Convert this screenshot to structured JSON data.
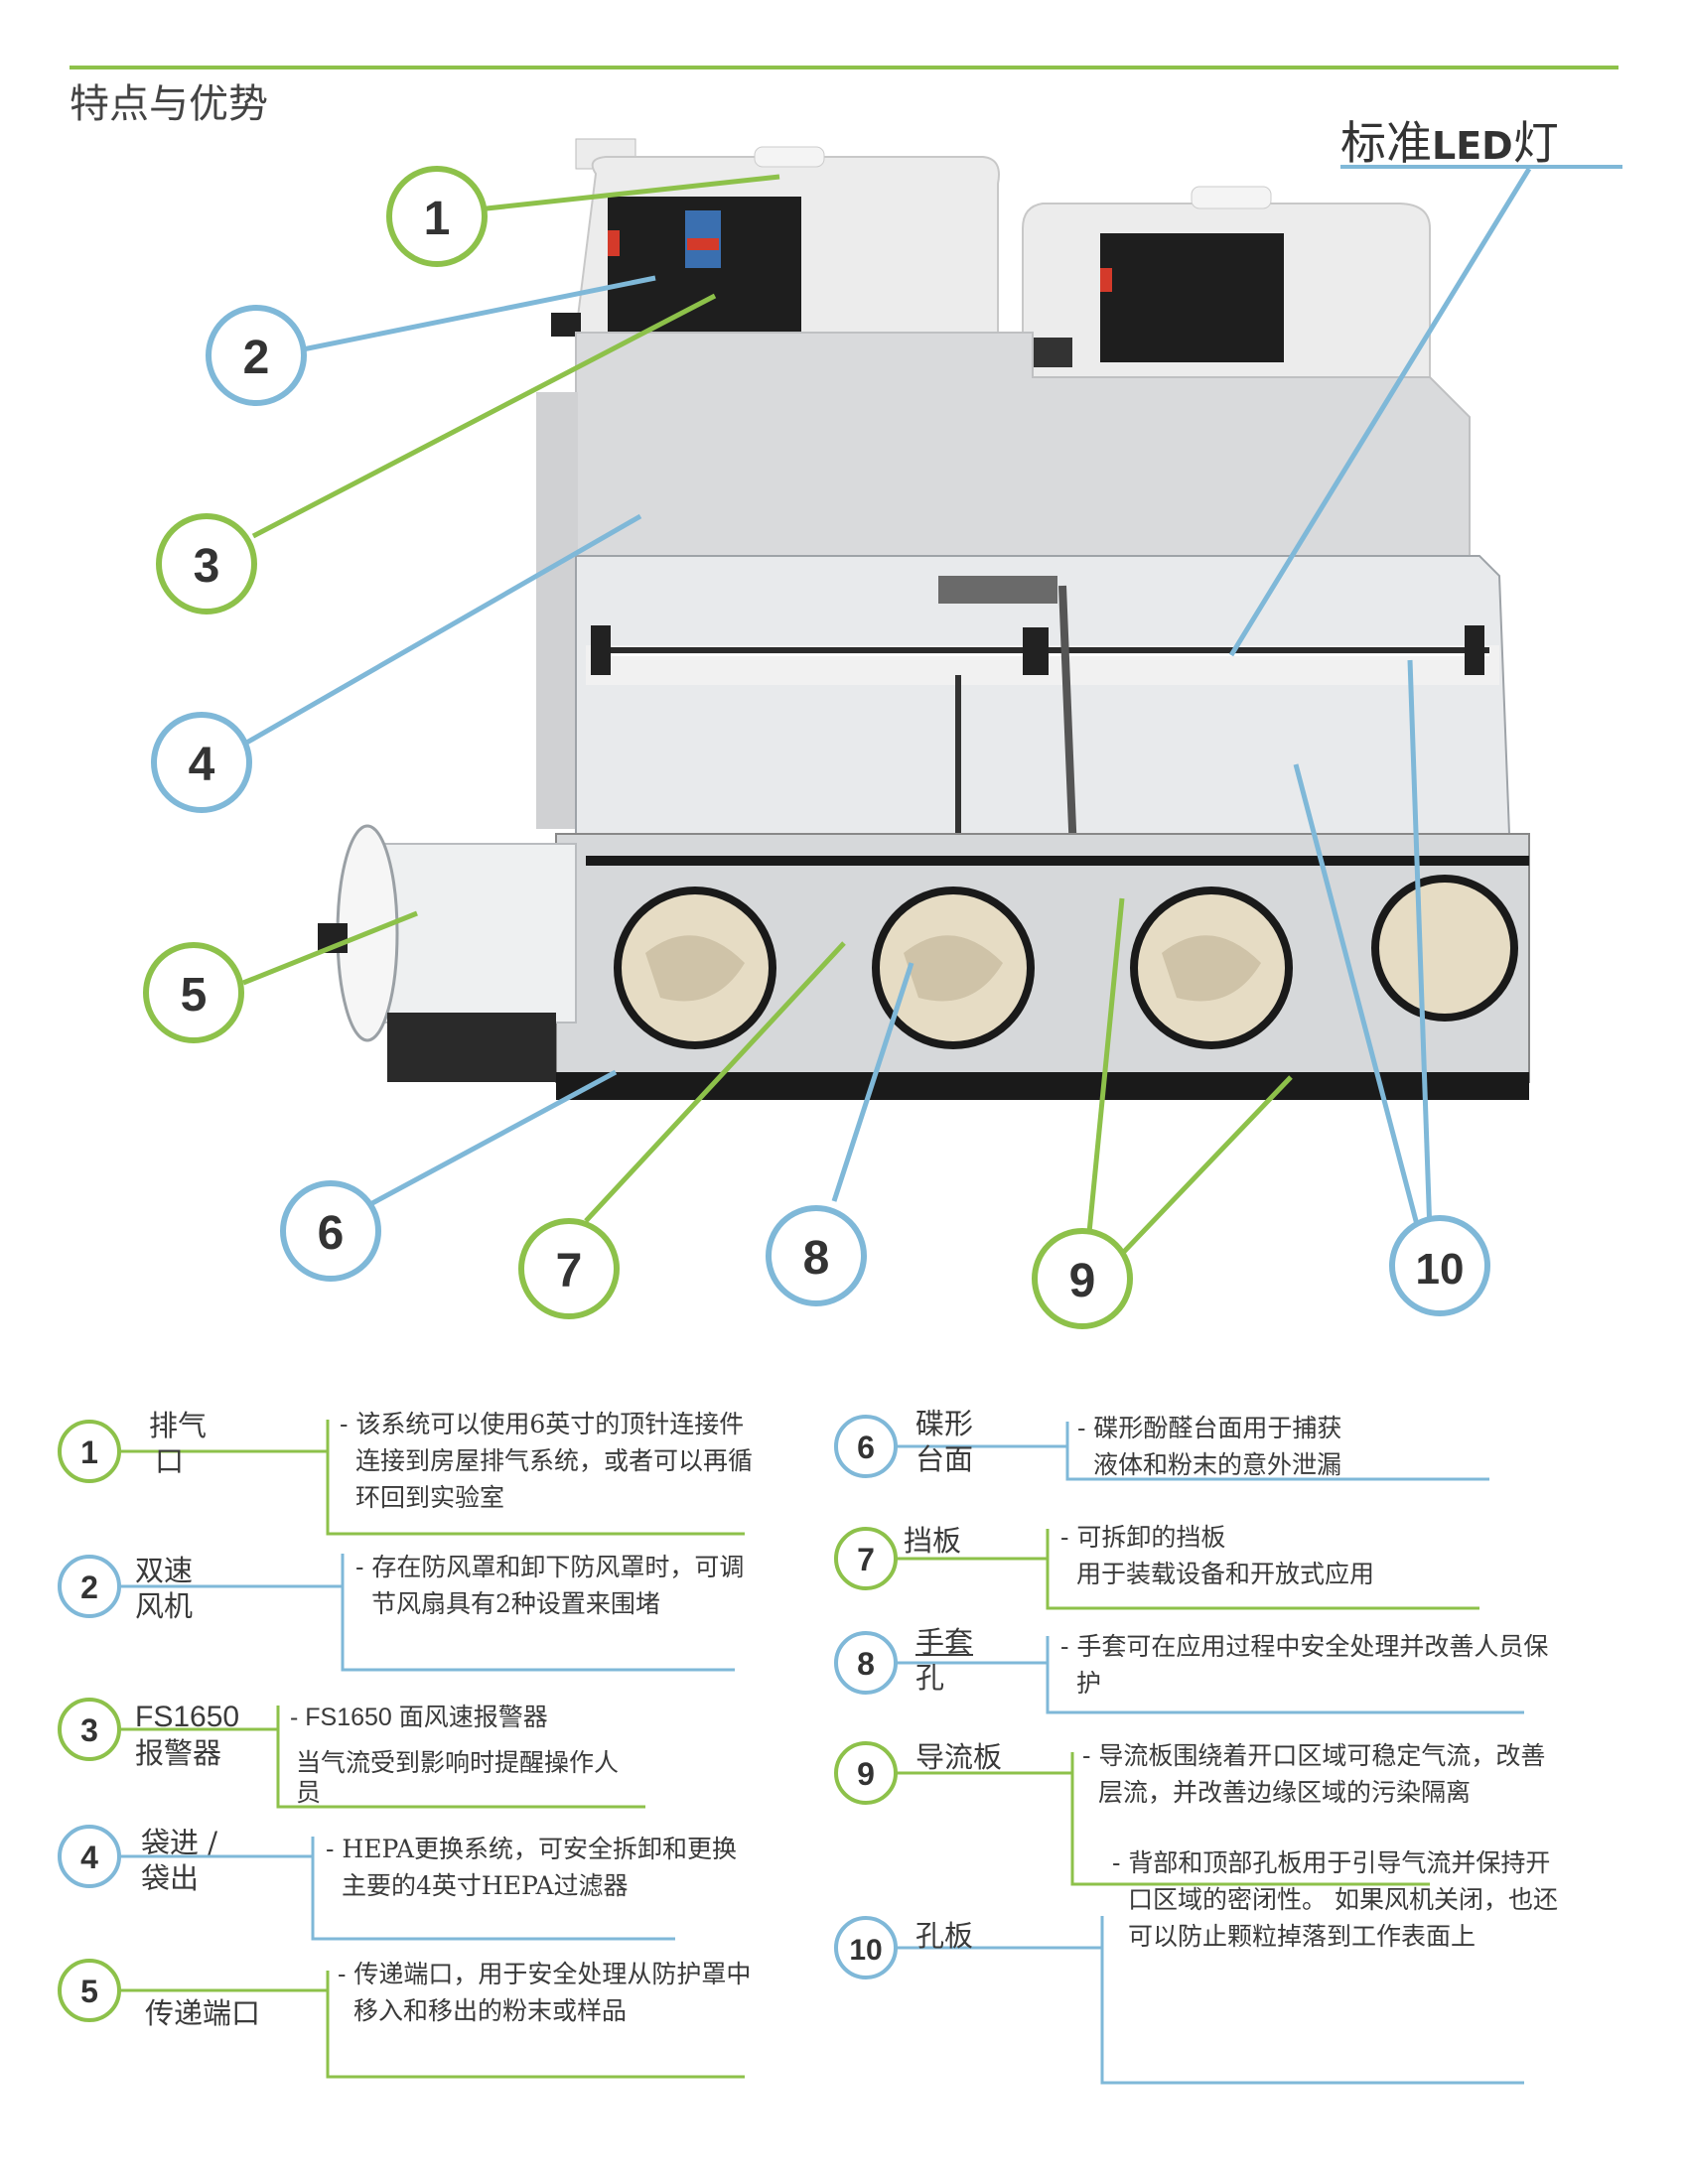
{
  "header": {
    "section_title": "特点与优势",
    "led_title_prefix": "标准",
    "led_title_bold": "LED",
    "led_title_suffix": "灯"
  },
  "colors": {
    "green": "#8dc14a",
    "blue": "#7fb8d8"
  },
  "callouts": [
    "1",
    "2",
    "3",
    "4",
    "5",
    "6",
    "7",
    "8",
    "9",
    "10"
  ],
  "features": [
    {
      "num": "1",
      "label_l1": "排气",
      "label_l2": "口",
      "desc_l1": "- 该系统可以使用6英寸的顶针连接件",
      "desc_l2": "连接到房屋排气系统，或者可以再循",
      "desc_l3": "环回到实验室"
    },
    {
      "num": "2",
      "label_l1": "双速",
      "label_l2": "风机",
      "desc_l1": "- 存在防风罩和卸下防风罩时，可调",
      "desc_l2": "节风扇具有2种设置来围堵"
    },
    {
      "num": "3",
      "label_l1": "FS1650",
      "label_l2": "报警器",
      "desc_l1": "- FS1650 面风速报警器",
      "desc_l2": "当气流受到影响时提醒操作人",
      "desc_l3": "员"
    },
    {
      "num": "4",
      "label_l1": "袋进 /",
      "label_l2": "袋出",
      "desc_l1": "- HEPA更换系统，可安全拆卸和更换",
      "desc_l2": "主要的4英寸HEPA过滤器"
    },
    {
      "num": "5",
      "label_l1": "传递端口",
      "desc_l1": "- 传递端口，用于安全处理从防护罩中",
      "desc_l2": "移入和移出的粉末或样品"
    },
    {
      "num": "6",
      "label_l1": "碟形",
      "label_l2": "台面",
      "desc_l1": "- 碟形酚醛台面用于捕获",
      "desc_l2": "液体和粉末的意外泄漏"
    },
    {
      "num": "7",
      "label_l1": "挡板",
      "desc_l1": "- 可拆卸的挡板",
      "desc_l2": "用于装载设备和开放式应用"
    },
    {
      "num": "8",
      "label_l1": "手套",
      "label_l2": "孔",
      "desc_l1": "- 手套可在应用过程中安全处理并改善人员保",
      "desc_l2": "护"
    },
    {
      "num": "9",
      "label_l1": "导流板",
      "desc_l1": "- 导流板围绕着开口区域可稳定气流，改善",
      "desc_l2": "层流，并改善边缘区域的污染隔离"
    },
    {
      "num": "10",
      "label_l1": "孔板",
      "desc_l1": "- 背部和顶部孔板用于引导气流并保持开",
      "desc_l2": "口区域的密闭性。 如果风机关闭，也还",
      "desc_l3": "可以防止颗粒掉落到工作表面上"
    }
  ]
}
